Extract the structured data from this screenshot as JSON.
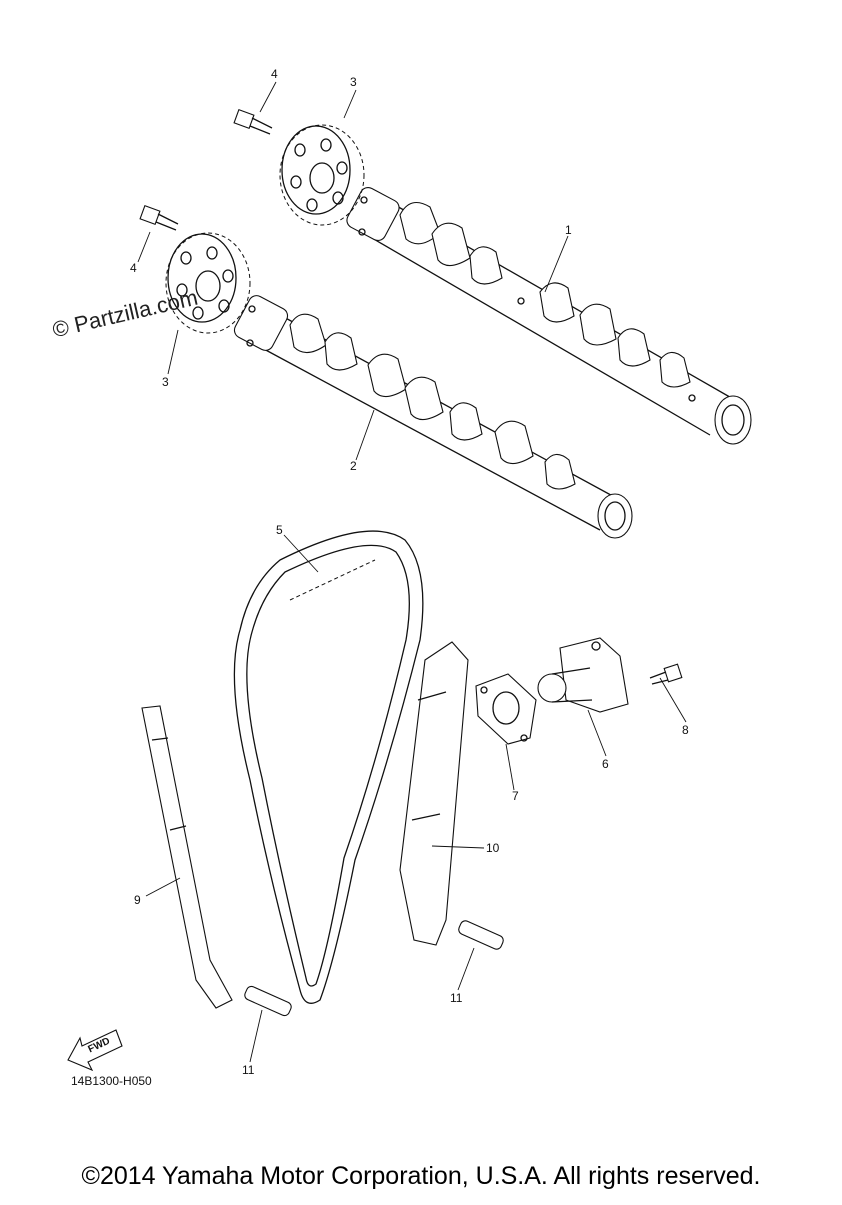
{
  "watermark": "© Partzilla.com",
  "callouts": {
    "c1": "1",
    "c2": "2",
    "c3a": "3",
    "c3b": "3",
    "c4a": "4",
    "c4b": "4",
    "c5": "5",
    "c6": "6",
    "c7": "7",
    "c8": "8",
    "c9": "9",
    "c10": "10",
    "c11a": "11",
    "c11b": "11"
  },
  "fwd_label": "FWD",
  "drawing_code": "14B1300-H050",
  "copyright": "©2014 Yamaha Motor Corporation, U.S.A. All rights reserved."
}
